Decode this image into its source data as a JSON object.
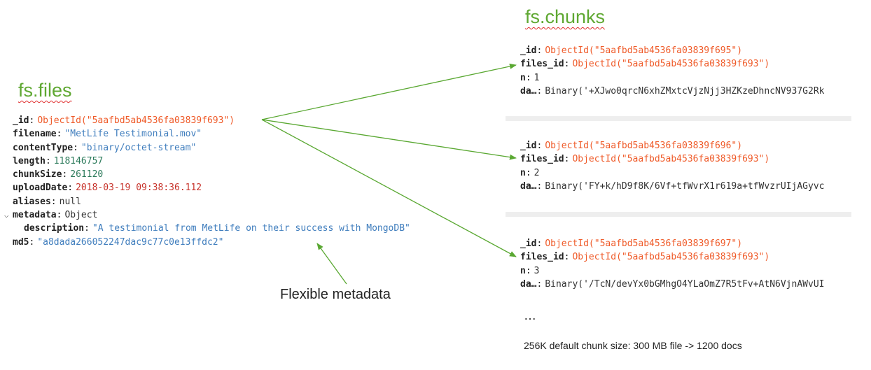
{
  "files": {
    "title": "fs.files",
    "title_color": "#5fa832",
    "fields": {
      "id_key": "_id",
      "id_val": "ObjectId(\"5aafbd5ab4536fa03839f693\")",
      "filename_key": "filename",
      "filename_val": "\"MetLife Testimonial.mov\"",
      "contentType_key": "contentType",
      "contentType_val": "\"binary/octet-stream\"",
      "length_key": "length",
      "length_val": "118146757",
      "chunkSize_key": "chunkSize",
      "chunkSize_val": "261120",
      "uploadDate_key": "uploadDate",
      "uploadDate_val": "2018-03-19 09:38:36.112",
      "aliases_key": "aliases",
      "aliases_val": "null",
      "metadata_key": "metadata",
      "metadata_val": "Object",
      "description_key": "description",
      "description_val": "\"A testimonial from MetLife on their success with MongoDB\"",
      "md5_key": "md5",
      "md5_val": "\"a8dada266052247dac9c77c0e13ffdc2\""
    }
  },
  "chunks": {
    "title": "fs.chunks",
    "title_color": "#5fa832",
    "keys": {
      "id": "_id",
      "files_id": "files_id",
      "n": "n",
      "data": "da…"
    },
    "items": [
      {
        "id_val": "ObjectId(\"5aafbd5ab4536fa03839f695\")",
        "files_id_val": "ObjectId(\"5aafbd5ab4536fa03839f693\")",
        "n_val": "1",
        "data_val": "Binary('+XJwo0qrcN6xhZMxtcVjzNjj3HZKzeDhncNV937G2Rk"
      },
      {
        "id_val": "ObjectId(\"5aafbd5ab4536fa03839f696\")",
        "files_id_val": "ObjectId(\"5aafbd5ab4536fa03839f693\")",
        "n_val": "2",
        "data_val": "Binary('FY+k/hD9f8K/6Vf+tfWvrX1r619a+tfWvzrUIjAGyvc"
      },
      {
        "id_val": "ObjectId(\"5aafbd5ab4536fa03839f697\")",
        "files_id_val": "ObjectId(\"5aafbd5ab4536fa03839f693\")",
        "n_val": "3",
        "data_val": "Binary('/TcN/devYx0bGMhgO4YLaOmZ7R5tFv+AtN6VjnAWvUI"
      }
    ],
    "ellipsis": "…",
    "note": "256K default chunk size: 300 MB file -> 1200 docs"
  },
  "annotation": {
    "label": "Flexible metadata"
  },
  "colors": {
    "arrow": "#5aa832",
    "object_id": "#ef5a28",
    "string": "#3f7dbd",
    "number": "#2b7a5a",
    "date": "#c7332b"
  }
}
